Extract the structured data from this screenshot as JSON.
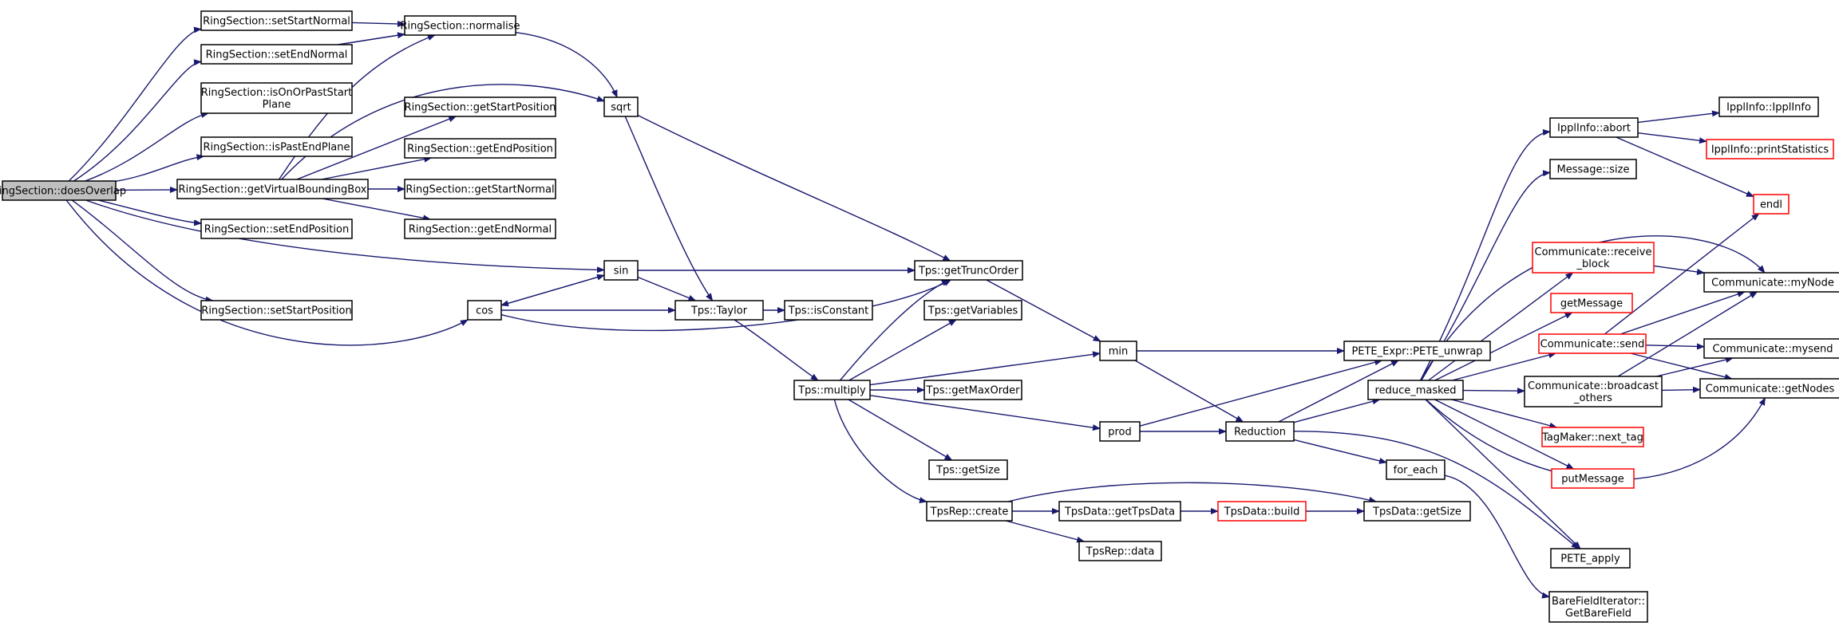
{
  "colors": {
    "edge": "#191970",
    "node_border": "#000000",
    "truncated_border": "#ff0000",
    "root_fill": "#bfbfbf"
  },
  "nodes": [
    {
      "id": "does_overlap",
      "lines": [
        "RingSection::doesOverlap"
      ],
      "root": true
    },
    {
      "id": "set_start_normal",
      "lines": [
        "RingSection::setStartNormal"
      ]
    },
    {
      "id": "set_end_normal",
      "lines": [
        "RingSection::setEndNormal"
      ]
    },
    {
      "id": "is_on_or_past",
      "lines": [
        "RingSection::isOnOrPastStart",
        "Plane"
      ]
    },
    {
      "id": "is_past_end",
      "lines": [
        "RingSection::isPastEndPlane"
      ]
    },
    {
      "id": "get_vbb",
      "lines": [
        "RingSection::getVirtualBoundingBox"
      ]
    },
    {
      "id": "set_end_position",
      "lines": [
        "RingSection::setEndPosition"
      ]
    },
    {
      "id": "set_start_position",
      "lines": [
        "RingSection::setStartPosition"
      ]
    },
    {
      "id": "normalise",
      "lines": [
        "RingSection::normalise"
      ]
    },
    {
      "id": "get_start_position",
      "lines": [
        "RingSection::getStartPosition"
      ]
    },
    {
      "id": "get_end_position",
      "lines": [
        "RingSection::getEndPosition"
      ]
    },
    {
      "id": "get_start_normal",
      "lines": [
        "RingSection::getStartNormal"
      ]
    },
    {
      "id": "get_end_normal",
      "lines": [
        "RingSection::getEndNormal"
      ]
    },
    {
      "id": "sqrt",
      "lines": [
        "sqrt"
      ]
    },
    {
      "id": "sin",
      "lines": [
        "sin"
      ]
    },
    {
      "id": "cos",
      "lines": [
        "cos"
      ]
    },
    {
      "id": "tps_taylor",
      "lines": [
        "Tps::Taylor"
      ]
    },
    {
      "id": "tps_is_constant",
      "lines": [
        "Tps::isConstant"
      ]
    },
    {
      "id": "tps_multiply",
      "lines": [
        "Tps::multiply"
      ]
    },
    {
      "id": "tps_get_trunc_order",
      "lines": [
        "Tps::getTruncOrder"
      ]
    },
    {
      "id": "tps_get_variables",
      "lines": [
        "Tps::getVariables"
      ]
    },
    {
      "id": "tps_get_max_order",
      "lines": [
        "Tps::getMaxOrder"
      ]
    },
    {
      "id": "tps_get_size",
      "lines": [
        "Tps::getSize"
      ]
    },
    {
      "id": "tpsrep_create",
      "lines": [
        "TpsRep::create"
      ]
    },
    {
      "id": "tpsdata_get_tpsdata",
      "lines": [
        "TpsData::getTpsData"
      ]
    },
    {
      "id": "tpsrep_data",
      "lines": [
        "TpsRep::data"
      ]
    },
    {
      "id": "tpsdata_build",
      "lines": [
        "TpsData::build"
      ],
      "truncated": true
    },
    {
      "id": "tpsdata_get_size",
      "lines": [
        "TpsData::getSize"
      ]
    },
    {
      "id": "min",
      "lines": [
        "min"
      ]
    },
    {
      "id": "prod",
      "lines": [
        "prod"
      ]
    },
    {
      "id": "reduction",
      "lines": [
        "Reduction"
      ]
    },
    {
      "id": "pete_unwrap",
      "lines": [
        "PETE_Expr::PETE_unwrap"
      ]
    },
    {
      "id": "reduce_masked",
      "lines": [
        "reduce_masked"
      ]
    },
    {
      "id": "for_each",
      "lines": [
        "for_each"
      ]
    },
    {
      "id": "bare_field",
      "lines": [
        "BareFieldIterator::",
        "GetBareField"
      ]
    },
    {
      "id": "ippl_abort",
      "lines": [
        "IpplInfo::abort"
      ]
    },
    {
      "id": "message_size",
      "lines": [
        "Message::size"
      ]
    },
    {
      "id": "comm_receive_block",
      "lines": [
        "Communicate::receive",
        "_block"
      ],
      "truncated": true
    },
    {
      "id": "get_message",
      "lines": [
        "getMessage"
      ],
      "truncated": true
    },
    {
      "id": "comm_send",
      "lines": [
        "Communicate::send"
      ],
      "truncated": true
    },
    {
      "id": "comm_broadcast",
      "lines": [
        "Communicate::broadcast",
        "_others"
      ]
    },
    {
      "id": "tagmaker_next",
      "lines": [
        "TagMaker::next_tag"
      ],
      "truncated": true
    },
    {
      "id": "put_message",
      "lines": [
        "putMessage"
      ],
      "truncated": true
    },
    {
      "id": "pete_apply",
      "lines": [
        "PETE_apply"
      ]
    },
    {
      "id": "ippl_info",
      "lines": [
        "IpplInfo::IpplInfo"
      ]
    },
    {
      "id": "ippl_print_stats",
      "lines": [
        "IpplInfo::printStatistics"
      ],
      "truncated": true
    },
    {
      "id": "endl",
      "lines": [
        "endl"
      ],
      "truncated": true
    },
    {
      "id": "comm_my_node",
      "lines": [
        "Communicate::myNode"
      ]
    },
    {
      "id": "comm_mysend",
      "lines": [
        "Communicate::mysend"
      ]
    },
    {
      "id": "comm_get_nodes",
      "lines": [
        "Communicate::getNodes"
      ]
    }
  ]
}
